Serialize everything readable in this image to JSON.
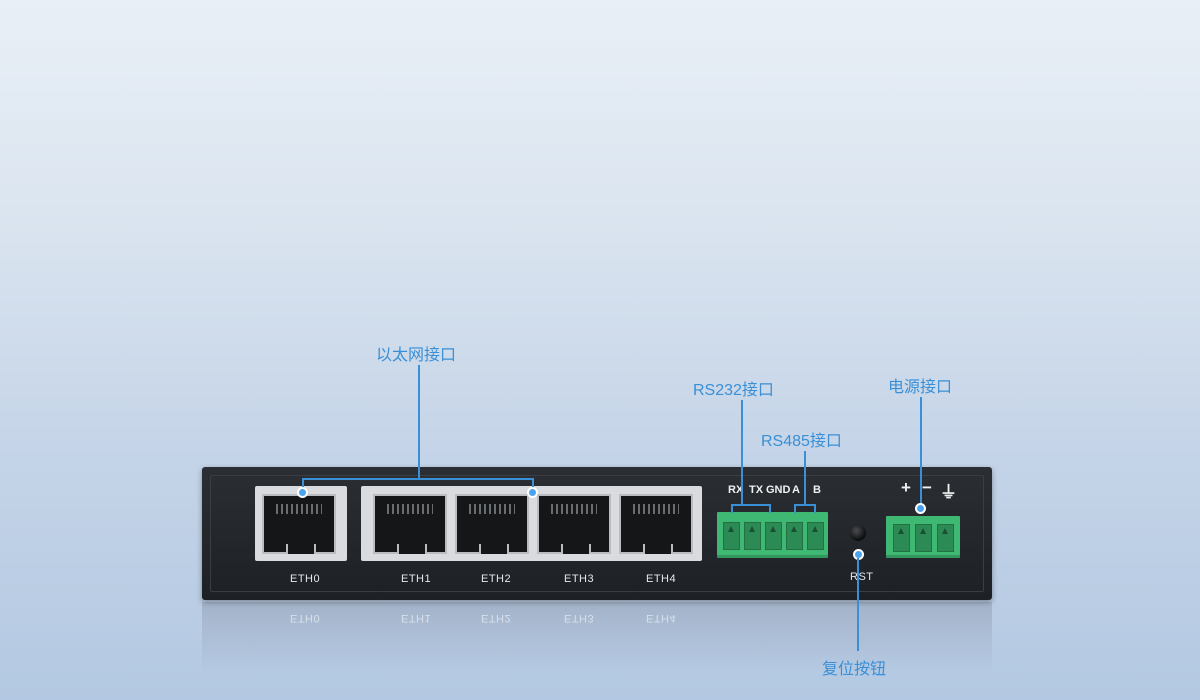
{
  "callouts": {
    "ethernet": "以太网接口",
    "rs232": "RS232接口",
    "rs485": "RS485接口",
    "power": "电源接口",
    "reset": "复位按钮"
  },
  "ports": [
    "ETH0",
    "ETH1",
    "ETH2",
    "ETH3",
    "ETH4"
  ],
  "serial_pins": [
    "RX",
    "TX",
    "GND",
    "A",
    "B"
  ],
  "power_pins": [
    "+",
    "−",
    "⏚"
  ],
  "reset_label": "RST",
  "colors": {
    "callout": "#3a8fd6",
    "terminal": "#3fb874",
    "device": "#1d2024"
  }
}
